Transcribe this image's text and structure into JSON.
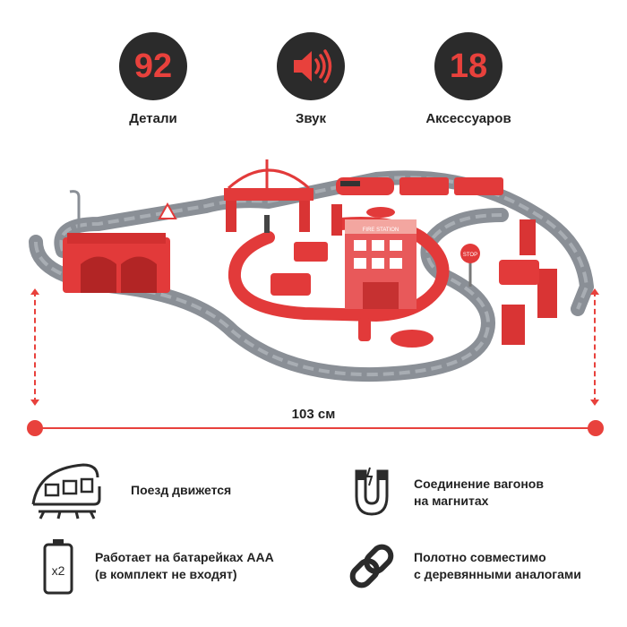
{
  "stats": [
    {
      "value": "92",
      "label": "Детали",
      "icon": "number-badge"
    },
    {
      "value": "",
      "label": "Звук",
      "icon": "speaker-icon"
    },
    {
      "value": "18",
      "label": "Аксессуаров",
      "icon": "number-badge"
    }
  ],
  "scene": {
    "tower_sign": "FIRE STATION",
    "stop_sign": "STOP"
  },
  "dimension": {
    "label": "103 см"
  },
  "features": {
    "train": {
      "text": "Поезд движется",
      "icon": "train-icon"
    },
    "magnet": {
      "text": "Соединение вагонов\nна магнитах",
      "icon": "magnet-icon"
    },
    "battery": {
      "text": "Работает на батарейках ААА\n(в комплект не входят)",
      "icon": "battery-icon",
      "badge": "x2"
    },
    "compat": {
      "text": "Полотно совместимо\nс деревянными аналогами",
      "icon": "chain-link-icon"
    }
  },
  "colors": {
    "accent": "#e8413c",
    "dark": "#2b2b2b",
    "track": "#8a8f96",
    "toy_red": "#e23a3a"
  }
}
